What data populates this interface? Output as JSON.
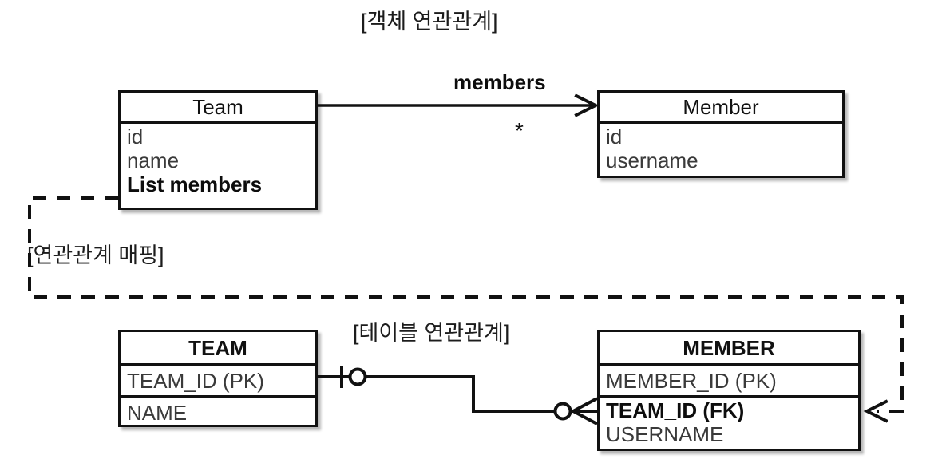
{
  "diagram": {
    "titles": {
      "object_relation": "[객체 연관관계]",
      "mapping": "[연관관계 매핑]",
      "table_relation": "[테이블 연관관계]"
    },
    "object_model": {
      "team": {
        "name": "Team",
        "attributes": [
          "id",
          "name",
          "List members"
        ],
        "bold_attribute": "List members"
      },
      "member": {
        "name": "Member",
        "attributes": [
          "id",
          "username"
        ]
      },
      "association": {
        "label": "members",
        "multiplicity": "*",
        "direction": "Team -> Member"
      }
    },
    "table_model": {
      "team_table": {
        "name": "TEAM",
        "columns": [
          "TEAM_ID (PK)",
          "NAME"
        ]
      },
      "member_table": {
        "name": "MEMBER",
        "columns": [
          "MEMBER_ID (PK)",
          "TEAM_ID (FK)",
          "USERNAME"
        ],
        "bold_column": "TEAM_ID (FK)"
      },
      "relationship": {
        "team_side": "one-and-only-one",
        "member_side": "zero-or-many"
      }
    },
    "colors": {
      "stroke": "#111111",
      "background": "#ffffff",
      "attribute_text": "#3a3a3a",
      "title_text": "#1c1c1c"
    }
  }
}
